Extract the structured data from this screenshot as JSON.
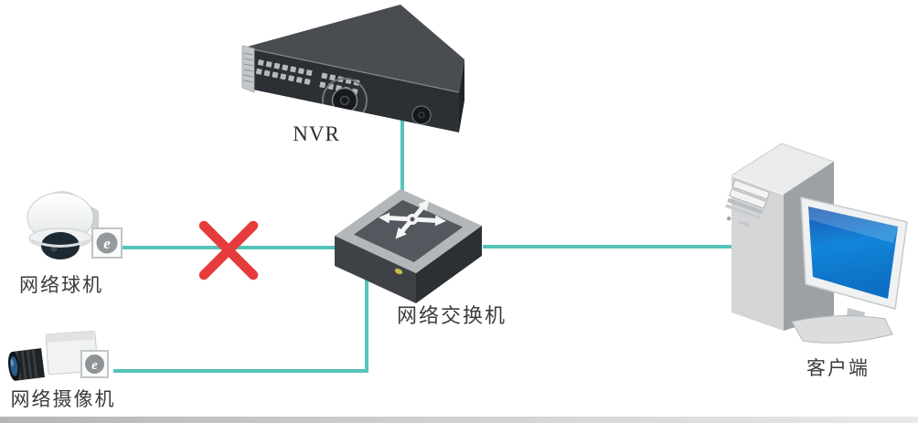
{
  "diagram": {
    "type": "network-topology",
    "background_color": "#ffffff",
    "connection_color": "#55c3ba",
    "error_color": "#e63b3c",
    "camera_logo_letter": "e",
    "labels": {
      "nvr": "NVR",
      "dome_camera": "网络球机",
      "box_camera": "网络摄像机",
      "switch": "网络交换机",
      "client": "客户端"
    },
    "nodes": [
      {
        "id": "nvr",
        "label": "NVR",
        "device": "network-video-recorder",
        "position": "top-center"
      },
      {
        "id": "dome_camera",
        "label": "网络球机",
        "device": "ptz-dome-camera",
        "position": "middle-left"
      },
      {
        "id": "box_camera",
        "label": "网络摄像机",
        "device": "box-network-camera",
        "position": "bottom-left"
      },
      {
        "id": "switch",
        "label": "网络交换机",
        "device": "ethernet-switch",
        "position": "center"
      },
      {
        "id": "client",
        "label": "客户端",
        "device": "desktop-client-pc",
        "position": "right"
      }
    ],
    "connections": [
      {
        "from": "nvr",
        "to": "switch",
        "status": "connected"
      },
      {
        "from": "dome_camera",
        "to": "switch",
        "status": "broken",
        "marker": "red-cross"
      },
      {
        "from": "box_camera",
        "to": "switch",
        "status": "connected"
      },
      {
        "from": "switch",
        "to": "client",
        "status": "connected"
      }
    ]
  }
}
